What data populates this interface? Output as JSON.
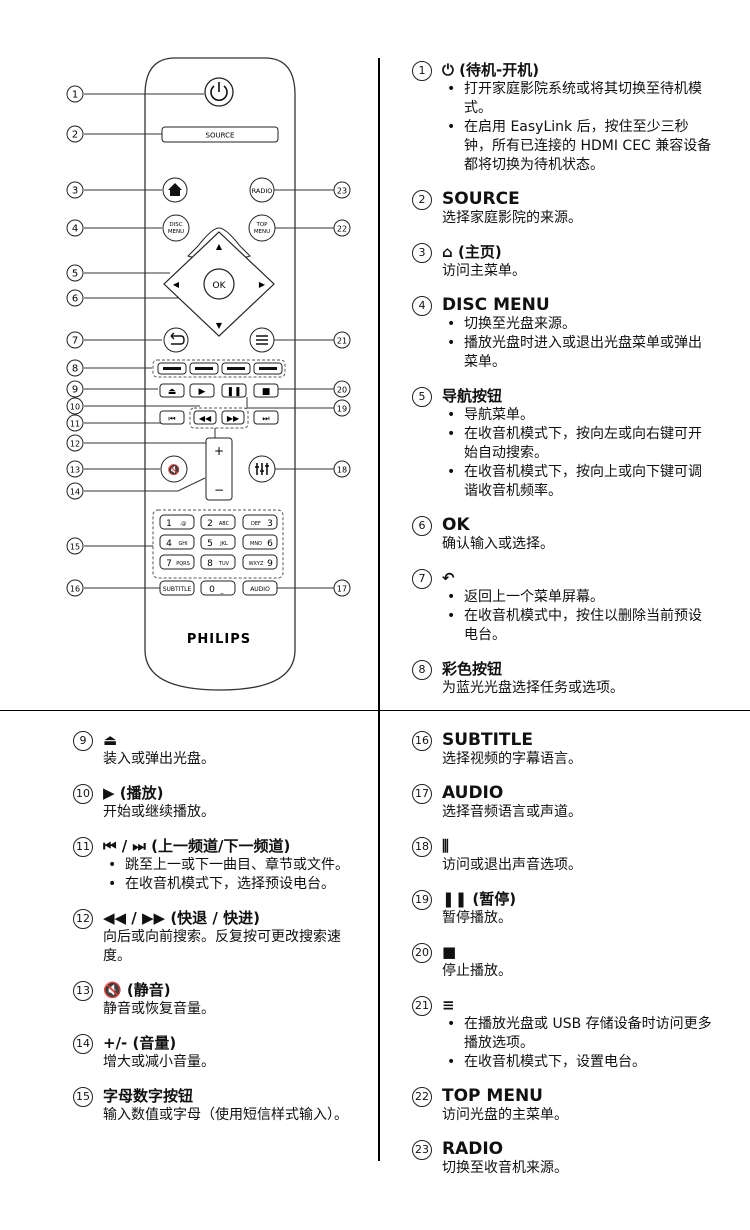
{
  "remote": {
    "buttons": {
      "source": "SOURCE",
      "radio": "RADIO",
      "disc_menu": "DISC MENU",
      "top_menu": "TOP MENU",
      "ok": "OK",
      "subtitle": "SUBTITLE",
      "audio": "AUDIO",
      "plus": "+",
      "minus": "−"
    },
    "keypad": [
      {
        "n": "1",
        "s": ".@"
      },
      {
        "n": "2",
        "s": "ABC"
      },
      {
        "n": "3",
        "s": "DEF"
      },
      {
        "n": "4",
        "s": "GHI"
      },
      {
        "n": "5",
        "s": "JKL"
      },
      {
        "n": "6",
        "s": "MNO"
      },
      {
        "n": "7",
        "s": "PQRS"
      },
      {
        "n": "8",
        "s": "TUV"
      },
      {
        "n": "9",
        "s": "WXYZ"
      },
      {
        "n": "0",
        "s": "_"
      }
    ],
    "brand": "PHILIPS",
    "callouts": [
      "1",
      "2",
      "3",
      "4",
      "5",
      "6",
      "7",
      "8",
      "9",
      "10",
      "11",
      "12",
      "13",
      "14",
      "15",
      "16",
      "17",
      "18",
      "19",
      "20",
      "21",
      "22",
      "23"
    ]
  },
  "entries": {
    "e1": {
      "num": "1",
      "icon": "⏻",
      "title": "(待机-开机)",
      "bullets": [
        "打开家庭影院系统或将其切换至待机模式。",
        "在启用 EasyLink 后，按住至少三秒钟，所有已连接的 HDMI CEC 兼容设备都将切换为待机状态。"
      ]
    },
    "e2": {
      "num": "2",
      "title": "SOURCE",
      "desc": "选择家庭影院的来源。"
    },
    "e3": {
      "num": "3",
      "icon": "⌂",
      "title": "(主页)",
      "desc": "访问主菜单。"
    },
    "e4": {
      "num": "4",
      "title": "DISC MENU",
      "bullets": [
        "切换至光盘来源。",
        "播放光盘时进入或退出光盘菜单或弹出菜单。"
      ]
    },
    "e5": {
      "num": "5",
      "title": "导航按钮",
      "bullets": [
        "导航菜单。",
        "在收音机模式下，按向左或向右键可开始自动搜索。",
        "在收音机模式下，按向上或向下键可调谐收音机频率。"
      ]
    },
    "e6": {
      "num": "6",
      "title": "OK",
      "desc": "确认输入或选择。"
    },
    "e7": {
      "num": "7",
      "icon": "↶",
      "bullets": [
        "返回上一个菜单屏幕。",
        "在收音机模式中，按住以删除当前预设电台。"
      ]
    },
    "e8": {
      "num": "8",
      "title": "彩色按钮",
      "desc": "为蓝光光盘选择任务或选项。"
    },
    "e9": {
      "num": "9",
      "icon": "⏏",
      "desc": "装入或弹出光盘。"
    },
    "e10": {
      "num": "10",
      "icon": "▶",
      "title": "(播放)",
      "desc": "开始或继续播放。"
    },
    "e11": {
      "num": "11",
      "icon": "⏮ / ⏭",
      "title": "(上一频道/下一频道)",
      "bullets": [
        "跳至上一或下一曲目、章节或文件。",
        "在收音机模式下，选择预设电台。"
      ]
    },
    "e12": {
      "num": "12",
      "icon": "◀◀ / ▶▶",
      "title": "(快退 / 快进)",
      "desc": "向后或向前搜索。反复按可更改搜索速度。"
    },
    "e13": {
      "num": "13",
      "icon": "🔇",
      "title": "(静音)",
      "desc": "静音或恢复音量。"
    },
    "e14": {
      "num": "14",
      "title": "+/- (音量)",
      "desc": "增大或减小音量。"
    },
    "e15": {
      "num": "15",
      "title": "字母数字按钮",
      "desc": "输入数值或字母（使用短信样式输入）。"
    },
    "e16": {
      "num": "16",
      "title": "SUBTITLE",
      "desc": "选择视频的字幕语言。"
    },
    "e17": {
      "num": "17",
      "title": "AUDIO",
      "desc": "选择音频语言或声道。"
    },
    "e18": {
      "num": "18",
      "icon": "⫼",
      "desc": "访问或退出声音选项。"
    },
    "e19": {
      "num": "19",
      "icon": "❚❚",
      "title": "(暂停)",
      "desc": "暂停播放。"
    },
    "e20": {
      "num": "20",
      "icon": "■",
      "desc": "停止播放。"
    },
    "e21": {
      "num": "21",
      "icon": "≡",
      "bullets": [
        "在播放光盘或 USB 存储设备时访问更多播放选项。",
        "在收音机模式下，设置电台。"
      ]
    },
    "e22": {
      "num": "22",
      "title": "TOP MENU",
      "desc": "访问光盘的主菜单。"
    },
    "e23": {
      "num": "23",
      "title": "RADIO",
      "desc": "切换至收音机来源。"
    }
  }
}
